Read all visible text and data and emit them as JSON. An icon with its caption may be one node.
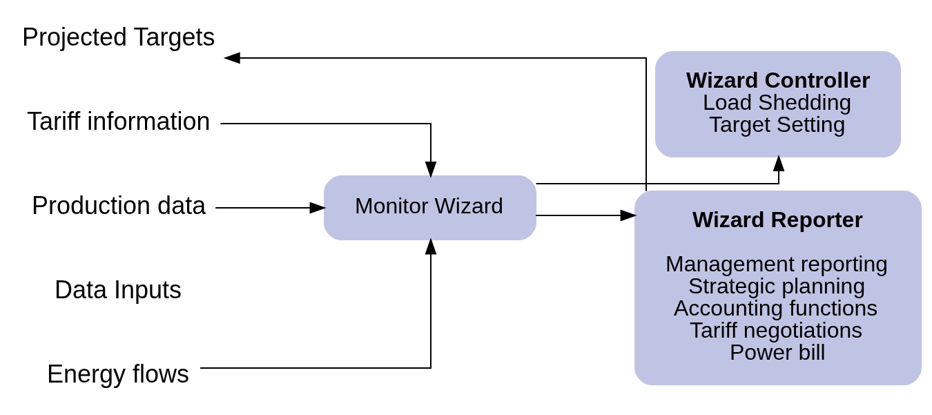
{
  "diagram": {
    "nodes": [
      {
        "text": [
          "Energy flows"
        ]
      },
      {
        "text": [
          "Tariff information"
        ]
      },
      {
        "text": [
          "Production data"
        ]
      },
      {
        "text": [
          "Projected Targets"
        ]
      },
      {
        "text": [
          "Monitor Wizard"
        ]
      },
      {
        "text": [
          "Wizard Controller",
          "Load Shedding",
          "Target Setting"
        ]
      },
      {
        "text": [
          "Wizard Reporter",
          "Management reporting",
          "Strategic planning",
          "Accounting functions",
          "Tariff negotiations",
          "Power bill"
        ]
      }
    ],
    "edges": [
      {
        "from": 0,
        "to": 4,
        "arrow": "to"
      },
      {
        "from": 1,
        "to": 4,
        "arrow": "to"
      },
      {
        "from": 2,
        "to": 4,
        "arrow": "to"
      },
      {
        "from": 4,
        "to": 5,
        "arrow": "to"
      },
      {
        "from": 4,
        "to": 6,
        "arrow": "to"
      },
      {
        "from": 6,
        "to": 3,
        "arrow": "to"
      }
    ],
    "labels": [
      "Data Inputs"
    ]
  }
}
